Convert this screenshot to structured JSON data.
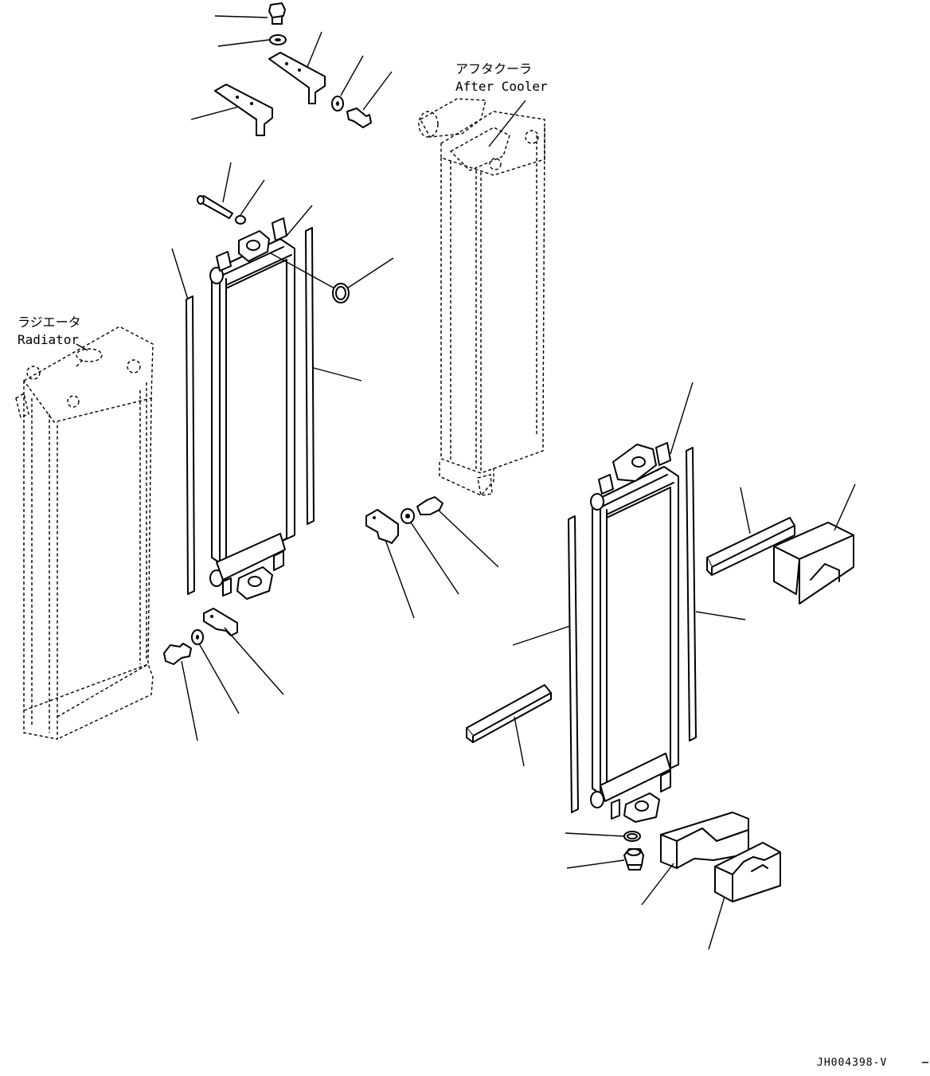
{
  "labels": {
    "radiator_jp": "ラジエータ",
    "radiator_en": "Radiator",
    "aftercooler_jp": "アフタクーラ",
    "aftercooler_en": "After Cooler",
    "drawing_code": "JH004398-V"
  },
  "colors": {
    "line": "#000000",
    "background": "#ffffff"
  }
}
